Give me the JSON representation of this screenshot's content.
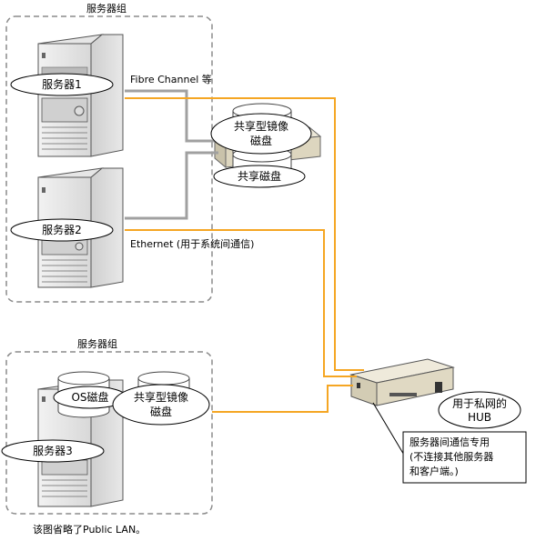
{
  "group1": {
    "title": "服务器组"
  },
  "group2": {
    "title": "服务器组"
  },
  "server1": {
    "label": "服务器1"
  },
  "server2": {
    "label": "服务器2"
  },
  "server3": {
    "label": "服务器3"
  },
  "fibre_channel_label": "Fibre Channel 等",
  "ethernet_label": "Ethernet (用于系统间通信)",
  "mirror_disk_top": {
    "line1": "共享型镜像",
    "line2": "磁盘"
  },
  "shared_disk": {
    "label": "共享磁盘"
  },
  "os_disk": {
    "label": "OS磁盘"
  },
  "mirror_disk_bottom": {
    "line1": "共享型镜像",
    "line2": "磁盘"
  },
  "hub": {
    "line1": "用于私网的",
    "line2": "HUB"
  },
  "hub_note": {
    "line1": "服务器间通信专用",
    "line2": "(不连接其他服务器",
    "line3": "和客户端。)"
  },
  "footnote": "该图省略了Public LAN。",
  "colors": {
    "ethernet": "#F5A623",
    "fibre": "#A0A0A0",
    "group_border": "#8C8C8C"
  }
}
